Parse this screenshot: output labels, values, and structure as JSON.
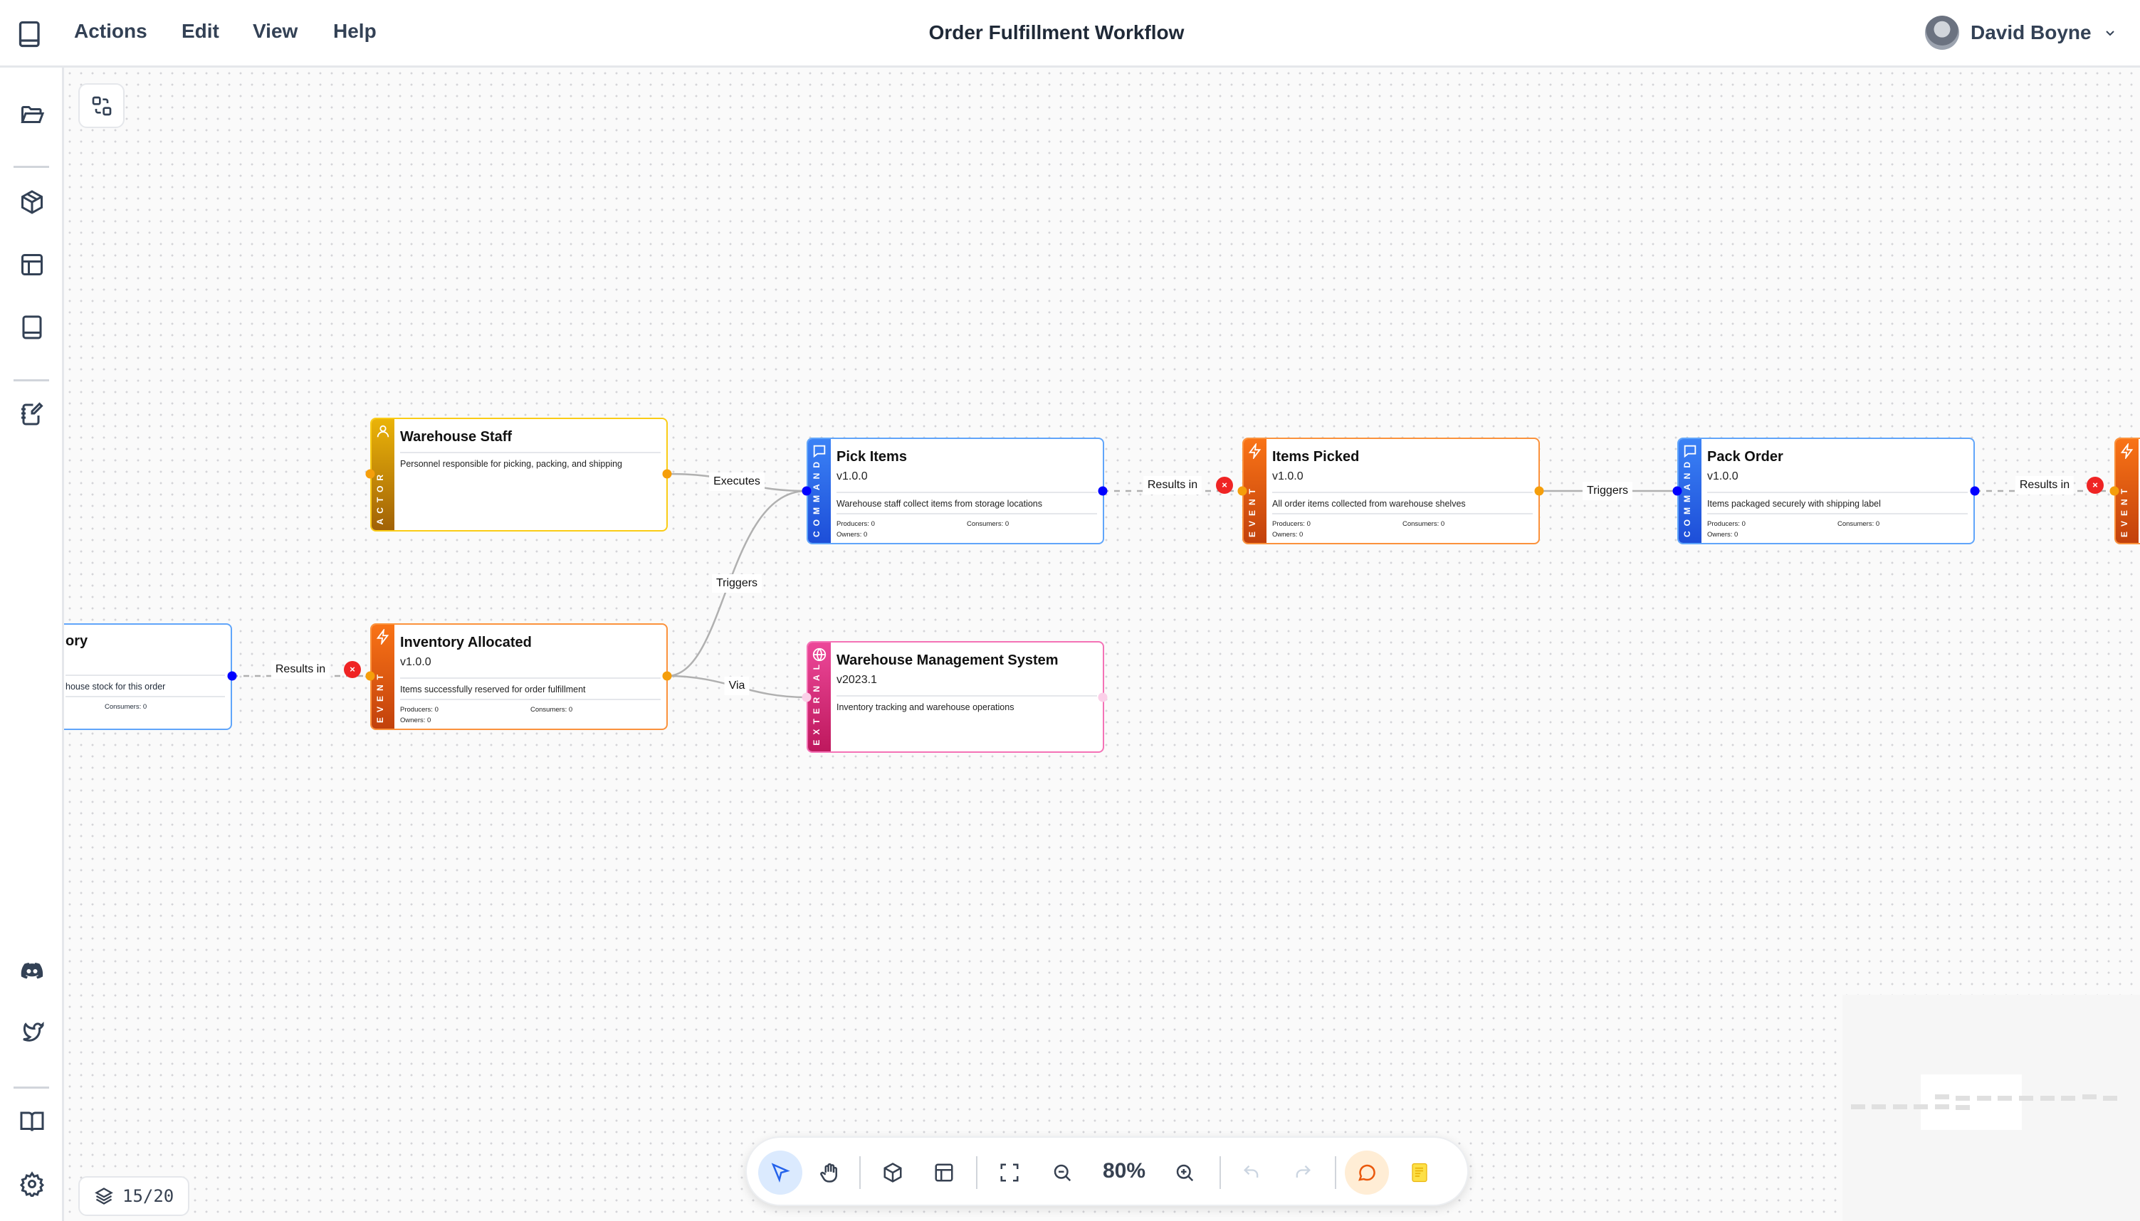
{
  "header": {
    "menu": [
      "Actions",
      "Edit",
      "View",
      "Help"
    ],
    "title": "Order Fulfillment Workflow",
    "user": {
      "name": "David Boyne"
    }
  },
  "sidebar": {
    "icons": [
      "folder-open-icon",
      "package-icon",
      "layout-icon",
      "book-icon",
      "notebook-pen-icon",
      "discord-icon",
      "twitter-icon",
      "book-open-icon",
      "settings-icon"
    ]
  },
  "colors": {
    "actor": "#eab308",
    "command": "#2563eb",
    "event": "#ea580c",
    "external": "#db2777",
    "edge": "#b0b0b0",
    "handle_blue": "#0000ff",
    "handle_orange": "#f59e0b",
    "error": "#ef2424"
  },
  "nodes": [
    {
      "id": "warehouse-staff",
      "type": "ACTOR",
      "icon": "user-icon",
      "title": "Warehouse Staff",
      "version": "",
      "description": "Personnel responsible for picking, packing, and shipping"
    },
    {
      "id": "pick-items",
      "type": "COMMAND",
      "icon": "message-icon",
      "title": "Pick Items",
      "version": "v1.0.0",
      "description": "Warehouse staff collect items from storage locations",
      "producers": "Producers: 0",
      "consumers": "Consumers: 0",
      "owners": "Owners: 0"
    },
    {
      "id": "items-picked",
      "type": "EVENT",
      "icon": "zap-icon",
      "title": "Items Picked",
      "version": "v1.0.0",
      "description": "All order items collected from warehouse shelves",
      "producers": "Producers: 0",
      "consumers": "Consumers: 0",
      "owners": "Owners: 0"
    },
    {
      "id": "pack-order",
      "type": "COMMAND",
      "icon": "message-icon",
      "title": "Pack Order",
      "version": "v1.0.0",
      "description": "Items packaged securely with shipping label",
      "producers": "Producers: 0",
      "consumers": "Consumers: 0",
      "owners": "Owners: 0"
    },
    {
      "id": "inventory-allocated",
      "type": "EVENT",
      "icon": "zap-icon",
      "title": "Inventory Allocated",
      "version": "v1.0.0",
      "description": "Items successfully reserved for order fulfillment",
      "producers": "Producers: 0",
      "consumers": "Consumers: 0",
      "owners": "Owners: 0"
    },
    {
      "id": "warehouse-management-system",
      "type": "EXTERNAL",
      "icon": "globe-icon",
      "title": "Warehouse Management System",
      "version": "v2023.1",
      "description": "Inventory tracking and warehouse operations"
    },
    {
      "id": "next-event",
      "type": "EVENT",
      "icon": "zap-icon",
      "title": "",
      "version": "",
      "description": ""
    }
  ],
  "partial_node": {
    "title": "ory",
    "description": "house stock for this order",
    "consumers": "Consumers: 0"
  },
  "edges": [
    {
      "label": "Executes",
      "from": "warehouse-staff",
      "to": "pick-items"
    },
    {
      "label": "Triggers",
      "from": "inventory-allocated",
      "to": "pick-items"
    },
    {
      "label": "Via",
      "from": "inventory-allocated",
      "to": "warehouse-management-system"
    },
    {
      "label": "Results in",
      "from": "pick-items",
      "to": "items-picked",
      "error": true
    },
    {
      "label": "Triggers",
      "from": "items-picked",
      "to": "pack-order"
    },
    {
      "label": "Results in",
      "from": "pack-order",
      "to": "next-event",
      "error": true
    },
    {
      "label": "Results in",
      "from": "partial-node",
      "to": "inventory-allocated",
      "error": true
    }
  ],
  "toolbar": {
    "zoom": "80%",
    "active_tool": "select",
    "tools": [
      "select-icon",
      "hand-icon",
      "package-icon",
      "layout-icon",
      "fit-view-icon",
      "zoom-out-icon",
      "zoom-in-icon",
      "undo-icon",
      "redo-icon",
      "comment-icon",
      "sticky-note-icon"
    ]
  },
  "layers": {
    "count": "15/20"
  },
  "error_mark": "×"
}
